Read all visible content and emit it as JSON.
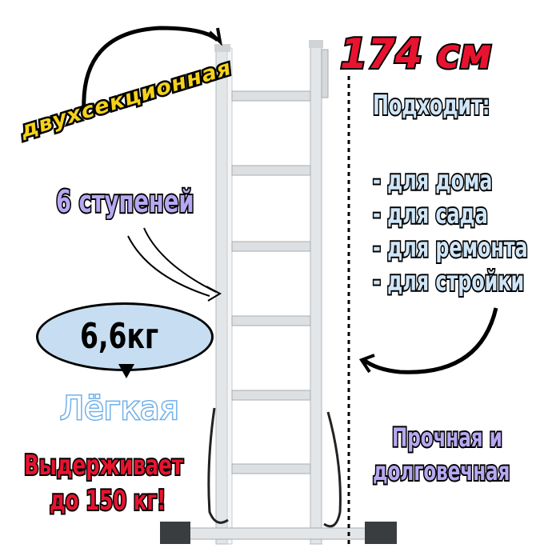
{
  "labels": {
    "sections": "двухсекционная",
    "steps": "6 ступеней",
    "weight": "6,6кг",
    "light": "Лёгкая",
    "capacity_line1": "Выдерживает",
    "capacity_line2": "до 150 кг!",
    "height": "174 см",
    "suits_title": "Подходит:",
    "suits_items": [
      "- для дома",
      "- для сада",
      "- для ремонта",
      "- для стройки"
    ],
    "durable_line1": "Прочная и",
    "durable_line2": "долговечная"
  },
  "colors": {
    "yellow": "#f5d21a",
    "red": "#e8132f",
    "lavender": "#b8a8f2",
    "light_blue": "#cfe6f8",
    "bubble": "#c7def2"
  }
}
